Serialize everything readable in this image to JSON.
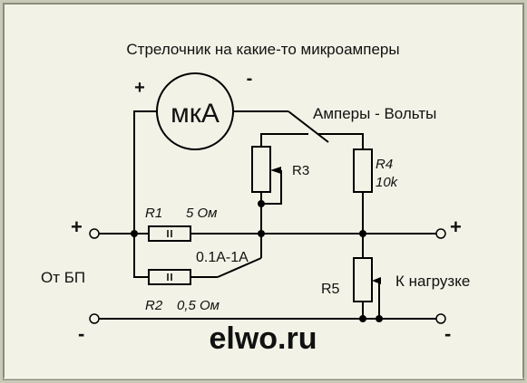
{
  "title": "Стрелочник на какие-то микроамперы",
  "meter": {
    "label": "мкА",
    "plus": "+",
    "minus": "-"
  },
  "switch_label": "Амперы - Вольты",
  "resistors": {
    "r1": {
      "name": "R1",
      "value": "5 Ом"
    },
    "r2": {
      "name": "R2",
      "value": "0,5 Ом"
    },
    "r3": {
      "name": "R3"
    },
    "r4": {
      "name": "R4",
      "value": "10k"
    },
    "r5": {
      "name": "R5"
    }
  },
  "range_switch_label": "0.1А-1А",
  "source_label": "От БП",
  "load_label": "К нагрузке",
  "terminals": {
    "plus_left": "+",
    "plus_right": "+",
    "minus_left": "-",
    "minus_right": "-"
  },
  "watermark": {
    "text": "elwo.ru",
    "color": "#e07a1f"
  },
  "colors": {
    "background": "#c9c9b7",
    "panel": "#f2f2e6",
    "ink": "#000000"
  }
}
